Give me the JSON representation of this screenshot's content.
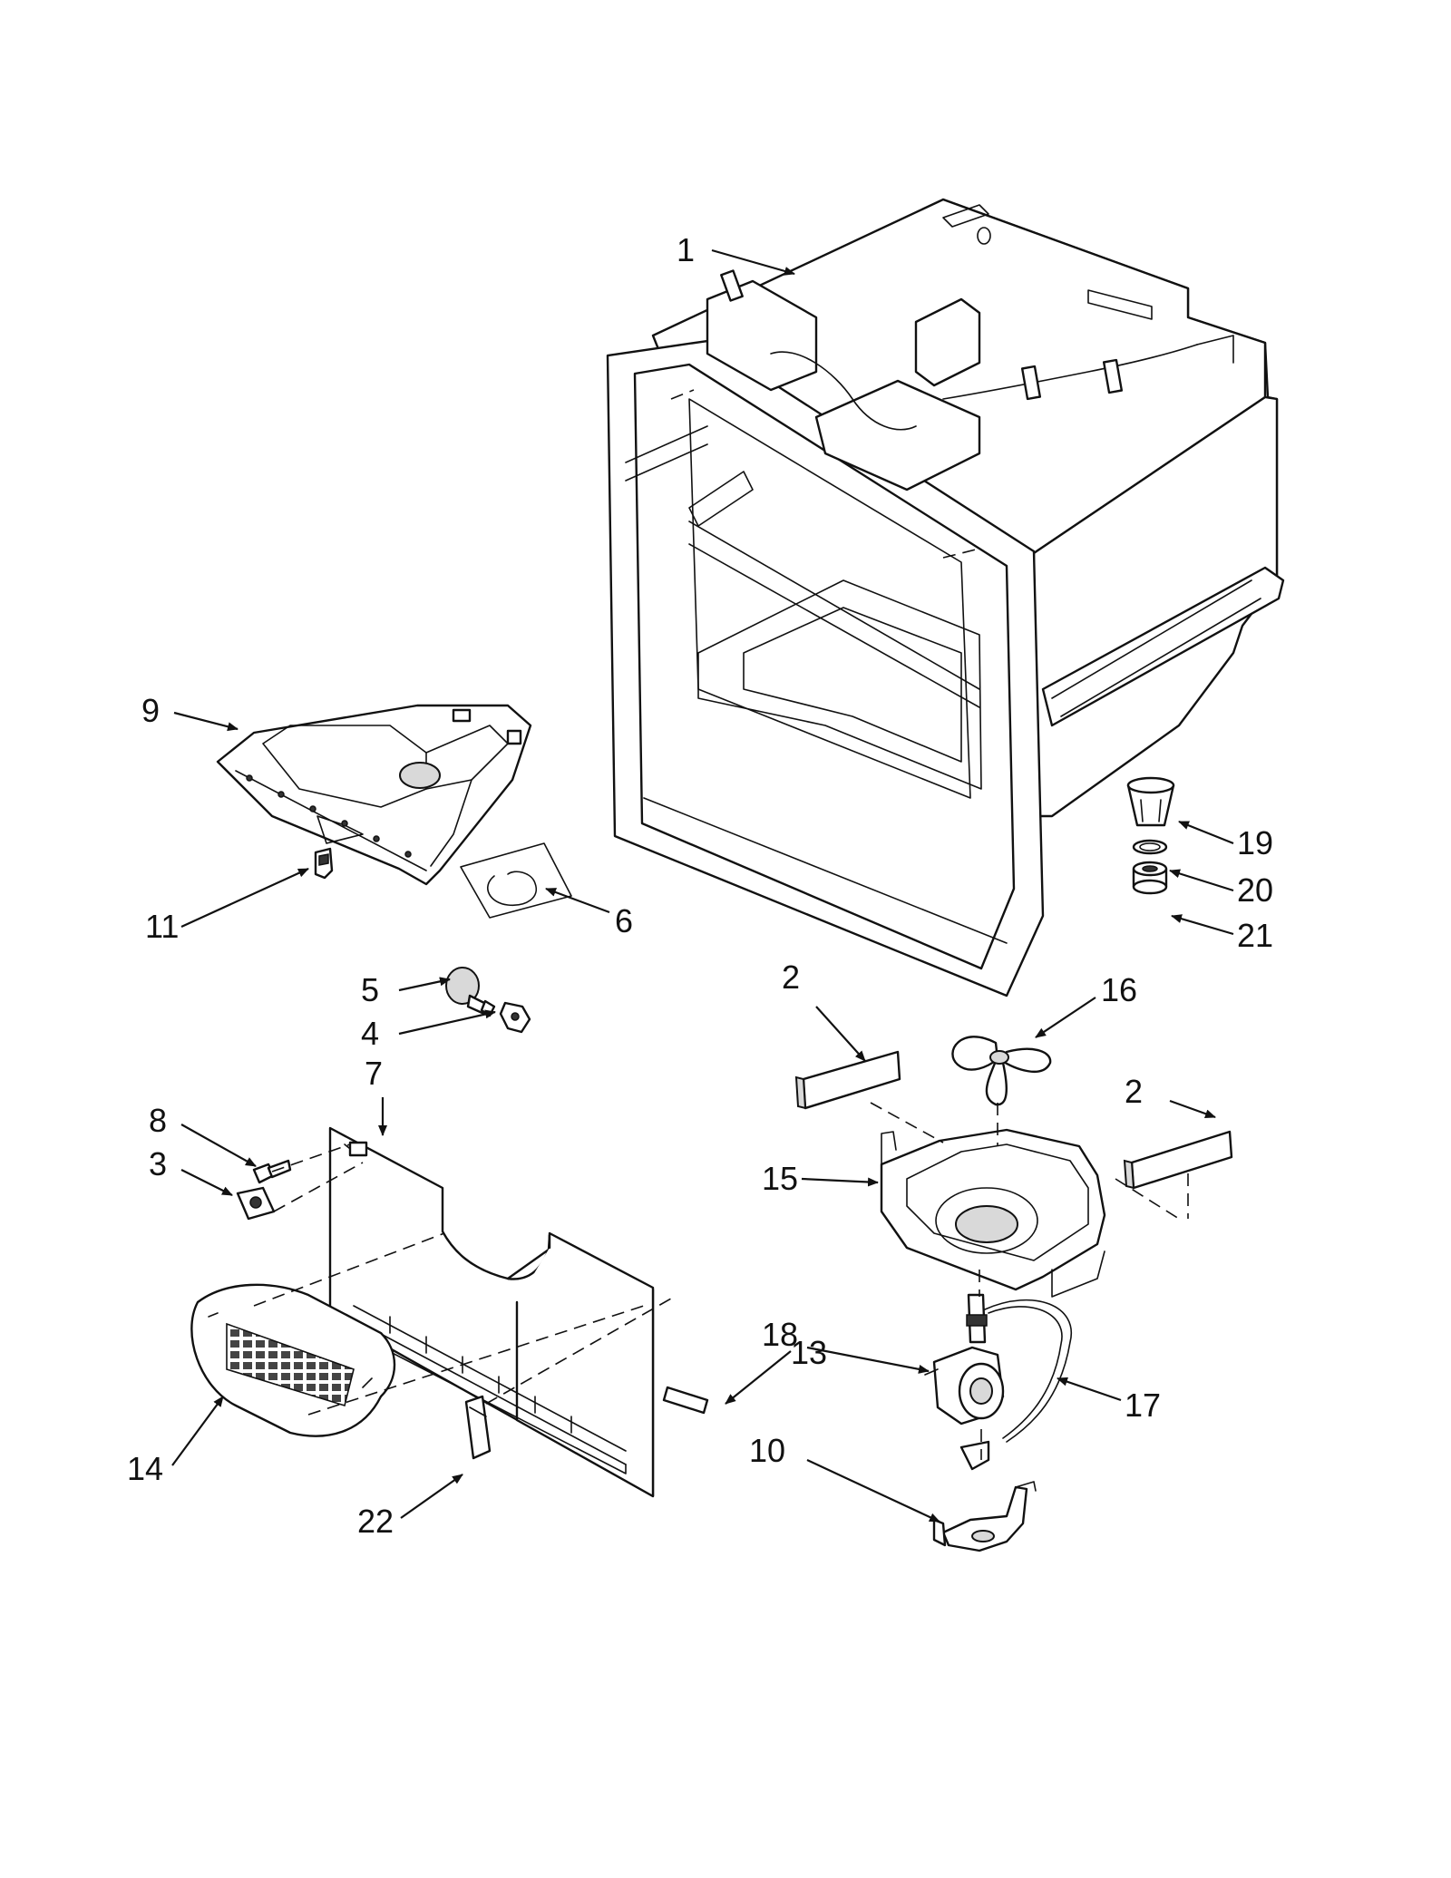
{
  "diagram": {
    "callouts": [
      {
        "id": "c1",
        "text": "1"
      },
      {
        "id": "c2a",
        "text": "2"
      },
      {
        "id": "c2b",
        "text": "2"
      },
      {
        "id": "c3",
        "text": "3"
      },
      {
        "id": "c4",
        "text": "4"
      },
      {
        "id": "c5",
        "text": "5"
      },
      {
        "id": "c6",
        "text": "6"
      },
      {
        "id": "c7",
        "text": "7"
      },
      {
        "id": "c8",
        "text": "8"
      },
      {
        "id": "c9",
        "text": "9"
      },
      {
        "id": "c10",
        "text": "10"
      },
      {
        "id": "c11",
        "text": "11"
      },
      {
        "id": "c13",
        "text": "13"
      },
      {
        "id": "c14",
        "text": "14"
      },
      {
        "id": "c15",
        "text": "15"
      },
      {
        "id": "c16",
        "text": "16"
      },
      {
        "id": "c17",
        "text": "17"
      },
      {
        "id": "c18",
        "text": "18"
      },
      {
        "id": "c19",
        "text": "19"
      },
      {
        "id": "c20",
        "text": "20"
      },
      {
        "id": "c21",
        "text": "21"
      },
      {
        "id": "c22",
        "text": "22"
      }
    ]
  }
}
